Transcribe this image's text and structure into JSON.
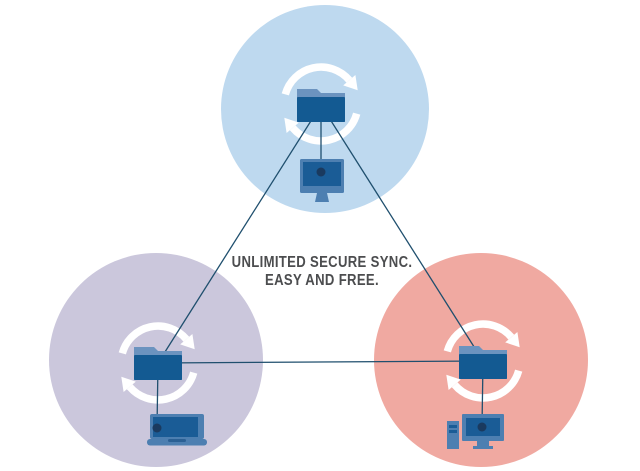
{
  "caption": {
    "line1": "UNLIMITED SECURE SYNC.",
    "line2": "EASY AND FREE."
  },
  "colors": {
    "background": "#FFFFFF",
    "caption_text": "#4C4D4F",
    "connection_line": "#1F4F6E",
    "sync_ring": "#FFFFFF",
    "folder_front": "#135A92",
    "folder_back": "#6B93BF",
    "device_frame": "#4D7FB1",
    "device_screen": "#1A5C96",
    "device_accent": "#2B6094",
    "endpoint_dot": "#1A3A5F"
  },
  "nodes": [
    {
      "id": "top-node",
      "circle_color": "#BED9EF",
      "icons": [
        "sync-ring-icon",
        "folder-icon",
        "desktop-monitor-icon"
      ]
    },
    {
      "id": "left-node",
      "circle_color": "#CBC7DC",
      "icons": [
        "sync-ring-icon",
        "folder-icon",
        "laptop-icon"
      ]
    },
    {
      "id": "right-node",
      "circle_color": "#F0A9A1",
      "icons": [
        "sync-ring-icon",
        "folder-icon",
        "desktop-pc-tower-icon"
      ]
    }
  ]
}
